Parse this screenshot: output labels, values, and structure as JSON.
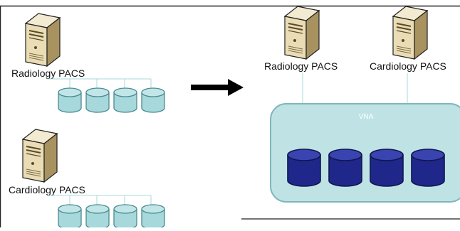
{
  "left": {
    "radiology": {
      "label": "Radiology PACS",
      "storage_count": 4
    },
    "cardiology": {
      "label": "Cardiology PACS",
      "storage_count": 4
    }
  },
  "right": {
    "radiology_label": "Radiology PACS",
    "cardiology_label": "Cardiology PACS",
    "vna": {
      "label": "VNA",
      "storage_count": 4
    }
  },
  "icons": {
    "server": "server-tower-icon",
    "storage": "database-cylinder-icon",
    "arrow": "right-arrow-icon"
  },
  "colors": {
    "border": "#222222",
    "thin_line": "#a8d8d8",
    "light_cylinder_fill": "#a6d8dc",
    "light_cylinder_stroke": "#4a8a90",
    "vna_fill": "#bfe3e5",
    "vna_stroke": "#7fb6bb",
    "dark_cylinder_fill": "#20278a",
    "dark_cylinder_top": "#3a44b0",
    "dark_cylinder_stroke": "#10164e",
    "server_body": "#e9dcb8",
    "server_side": "#b8a478",
    "arrow": "#000000"
  }
}
